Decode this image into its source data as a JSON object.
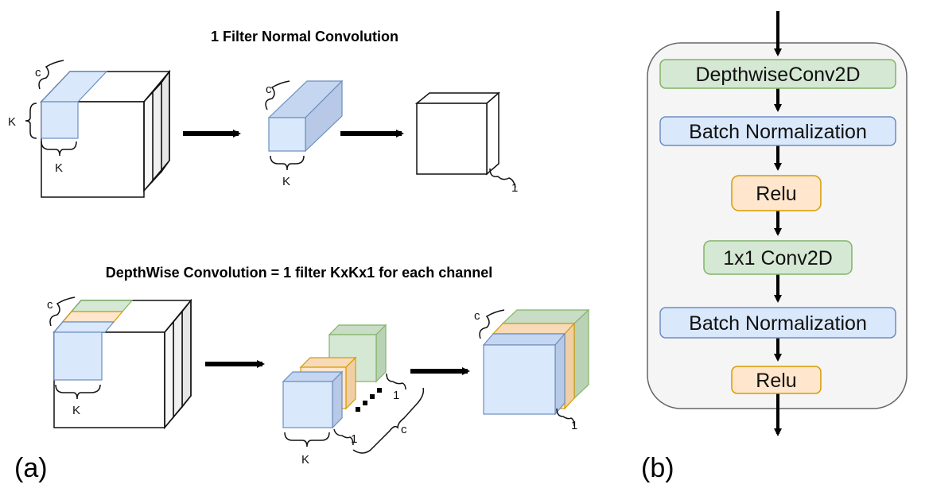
{
  "panel_a": {
    "label": "(a)",
    "normal": {
      "title": "1 Filter Normal Convolution",
      "c": "c",
      "k_side": "K",
      "k_bottom": "K",
      "filter_c": "c",
      "filter_k": "K",
      "output_1": "1"
    },
    "depthwise": {
      "title": "DepthWise Convolution = 1 filter KxKx1 for each channel",
      "c": "c",
      "k_bottom": "K",
      "filters_k": "K",
      "filters_1a": "1",
      "filters_1b": "1",
      "filters_c": "c",
      "output_c": "c",
      "output_1": "1"
    }
  },
  "panel_b": {
    "label": "(b)",
    "nodes": [
      {
        "text": "DepthwiseConv2D",
        "kind": "conv"
      },
      {
        "text": "Batch Normalization",
        "kind": "bn"
      },
      {
        "text": "Relu",
        "kind": "act"
      },
      {
        "text": "1x1 Conv2D",
        "kind": "conv"
      },
      {
        "text": "Batch Normalization",
        "kind": "bn"
      },
      {
        "text": "Relu",
        "kind": "act"
      }
    ]
  },
  "colors": {
    "blue_fill": "#dae8fc",
    "blue_stroke": "#6c8ebf",
    "green_fill": "#d5e8d4",
    "green_stroke": "#82b366",
    "orange_fill": "#ffe6cc",
    "orange_stroke": "#d79b00",
    "panel_fill": "#f5f5f5",
    "panel_stroke": "#666666"
  }
}
